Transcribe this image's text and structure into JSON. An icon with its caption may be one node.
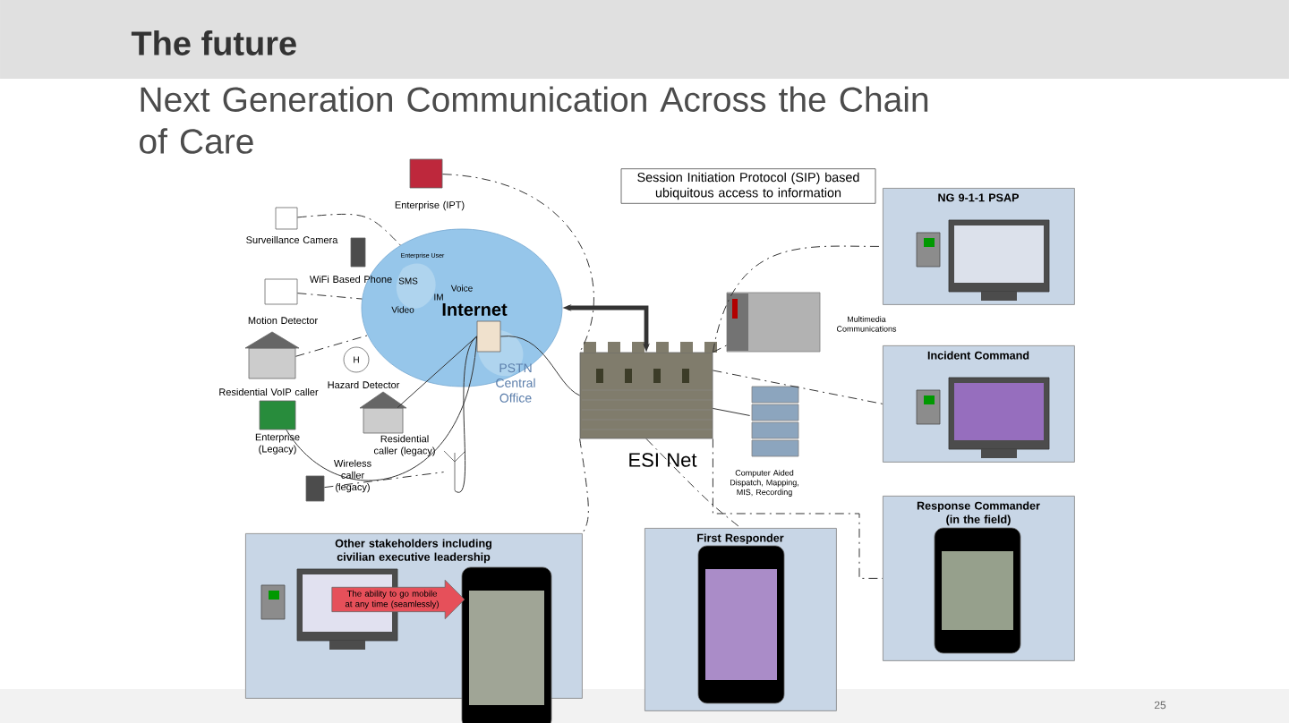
{
  "diagram": {
    "title": "The future",
    "nodes": [
      {
        "text": [
          "ESI Net"
        ]
      },
      {
        "text": [
          "Internet"
        ]
      },
      {
        "text": [
          "PSTN Central Office"
        ],
        "in": 1
      },
      {
        "text": [
          "Enterprise (IPT)"
        ]
      },
      {
        "text": [
          "Surveillance Camera"
        ]
      },
      {
        "text": [
          "WiFi Based Phone"
        ]
      },
      {
        "text": [
          "Motion Detector"
        ]
      },
      {
        "text": [
          "Residential VoIP caller"
        ]
      },
      {
        "text": [
          "Hazard Detector"
        ]
      },
      {
        "text": [
          "Enterprise (Legacy)"
        ]
      },
      {
        "text": [
          "Residential caller (legacy)"
        ]
      },
      {
        "text": [
          "Wireless caller (legacy)"
        ]
      },
      {
        "text": [
          "Multimedia Communications"
        ]
      },
      {
        "text": [
          "Computer Aided Dispatch, Mapping, MIS, Recording"
        ]
      },
      {
        "text": [
          "NG 9-1-1 PSAP"
        ]
      },
      {
        "text": [
          "Incident Command"
        ]
      },
      {
        "text": [
          "Response Commander (in the field)"
        ]
      },
      {
        "text": [
          "Other stakeholders including civilian executive leadership"
        ]
      },
      {
        "text": [
          "First Responder"
        ]
      },
      {
        "text": [
          "Session Initiation Protocol (SIP) based ubiquitous access to information"
        ]
      },
      {
        "text": [
          "The ability to go mobile at any time (seamlessly)"
        ],
        "in": 17
      },
      {
        "text": [],
        "shape": "antenna"
      }
    ],
    "edges": [
      {
        "from": 0,
        "to": 1,
        "arrow": "both",
        "style": "thick"
      },
      {
        "from": 3,
        "to": 0,
        "arrow": "none",
        "style": "dashed"
      },
      {
        "from": 4,
        "to": 1,
        "arrow": "none",
        "style": "dashed"
      },
      {
        "from": 6,
        "to": 1,
        "arrow": "none",
        "style": "dashed"
      },
      {
        "from": 7,
        "to": 1,
        "arrow": "none",
        "style": "dashed"
      },
      {
        "from": 2,
        "to": 0,
        "arrow": "none"
      },
      {
        "from": 9,
        "to": 2,
        "arrow": "none"
      },
      {
        "from": 10,
        "to": 2,
        "arrow": "none"
      },
      {
        "from": 11,
        "to": 21,
        "arrow": "none",
        "style": "dashed"
      },
      {
        "from": 21,
        "to": 2,
        "arrow": "none"
      },
      {
        "from": 0,
        "to": 12,
        "arrow": "none",
        "style": "dashed"
      },
      {
        "from": 0,
        "to": 13,
        "arrow": "none"
      },
      {
        "from": 0,
        "to": 14,
        "arrow": "none",
        "style": "dashed"
      },
      {
        "from": 0,
        "to": 15,
        "arrow": "none",
        "style": "dashed"
      },
      {
        "from": 0,
        "to": 16,
        "arrow": "none",
        "style": "dashed"
      },
      {
        "from": 0,
        "to": 17,
        "arrow": "none",
        "style": "dashed"
      },
      {
        "from": 0,
        "to": 18,
        "arrow": "none",
        "style": "dashed"
      }
    ],
    "labels": [
      "Next Generation Communication Across the Chain of Care",
      "Enterprise User",
      "SMS",
      "IM",
      "Voice",
      "Video",
      "H",
      "25"
    ]
  }
}
